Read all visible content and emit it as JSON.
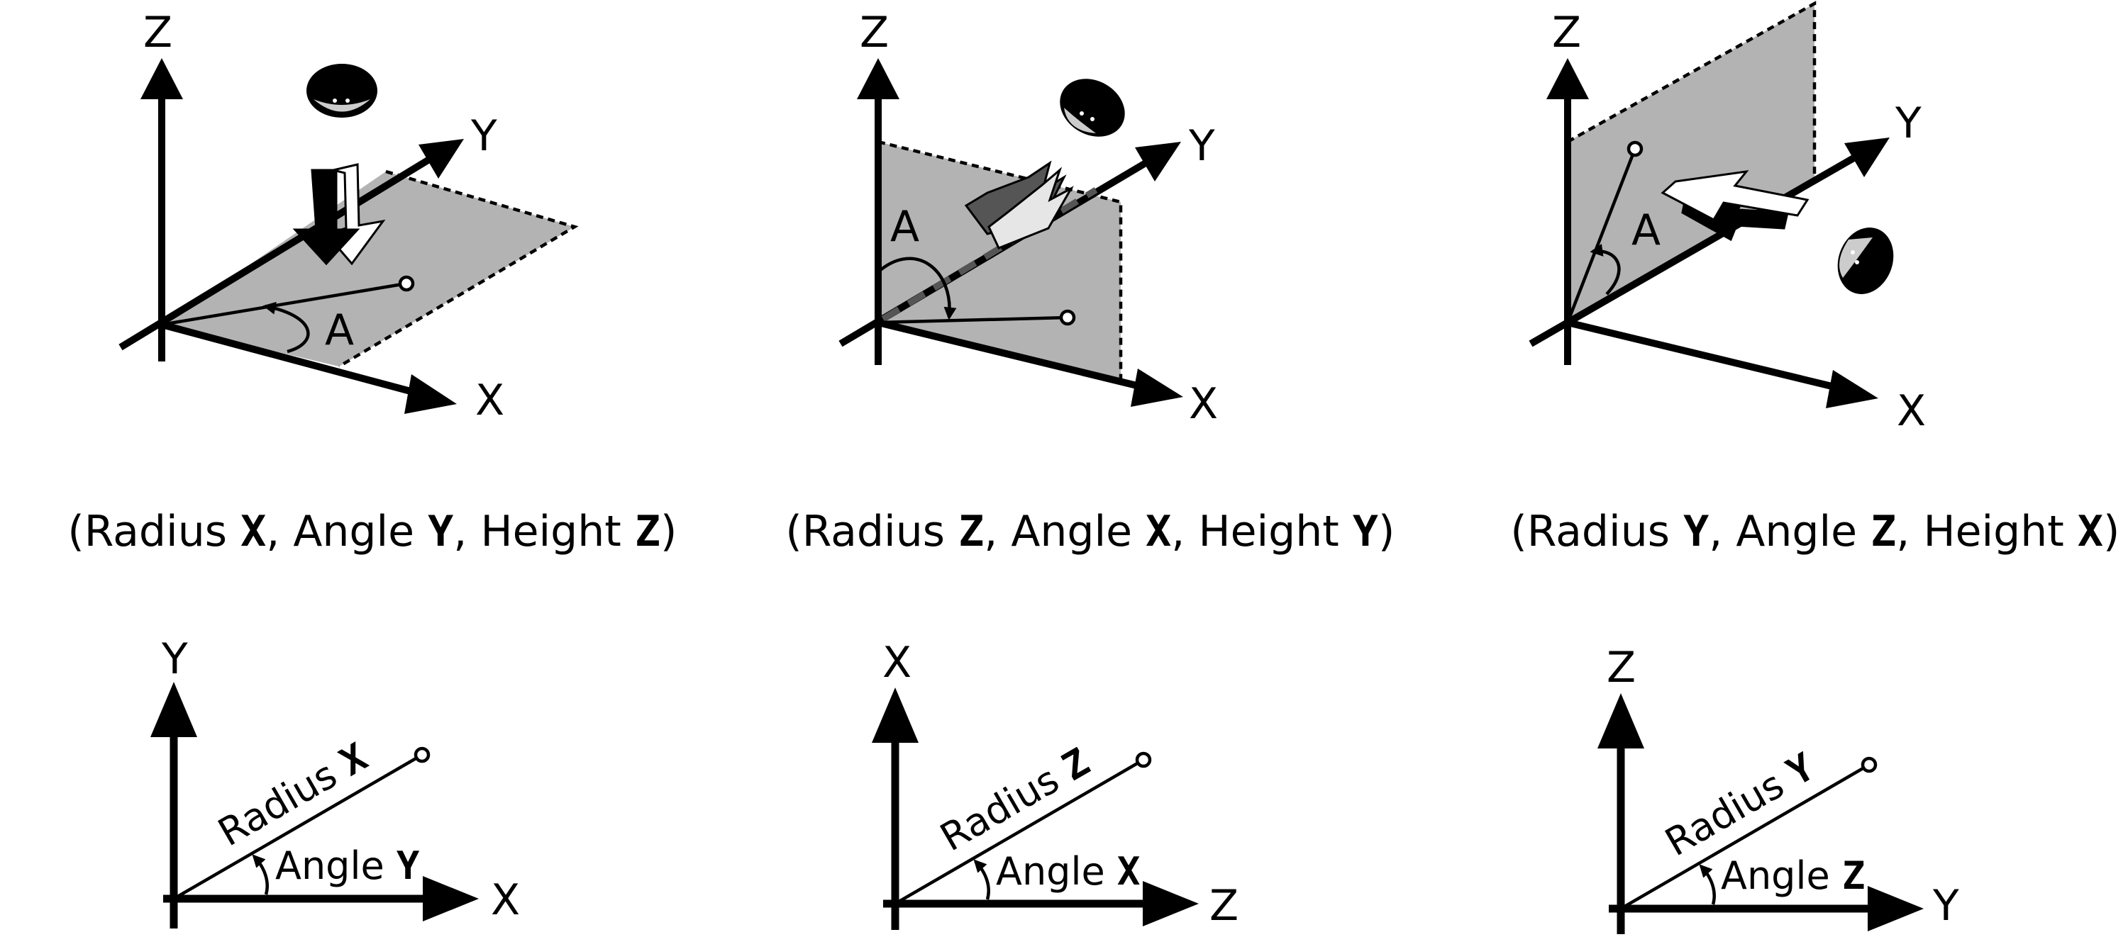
{
  "panels": [
    {
      "axes": {
        "vertical": "Z",
        "depth": "Y",
        "horizontal": "X"
      },
      "angle_label": "A",
      "caption": {
        "open": "(",
        "radius_word": "Radius ",
        "radius_var": "X",
        "sep1": ", ",
        "angle_word": "Angle ",
        "angle_var": "Y",
        "sep2": ", ",
        "height_word": "Height ",
        "height_var": "Z",
        "close": ")"
      },
      "plane2d": {
        "y_axis": "Y",
        "x_axis": "X",
        "radius_word": "Radius ",
        "radius_var": "X",
        "angle_word": "Angle ",
        "angle_var": "Y"
      }
    },
    {
      "axes": {
        "vertical": "Z",
        "depth": "Y",
        "horizontal": "X"
      },
      "angle_label": "A",
      "caption": {
        "open": "(",
        "radius_word": "Radius ",
        "radius_var": "Z",
        "sep1": ", ",
        "angle_word": "Angle ",
        "angle_var": "X",
        "sep2": ", ",
        "height_word": "Height ",
        "height_var": "Y",
        "close": ")"
      },
      "plane2d": {
        "y_axis": "X",
        "x_axis": "Z",
        "radius_word": "Radius ",
        "radius_var": "Z",
        "angle_word": "Angle ",
        "angle_var": "X"
      }
    },
    {
      "axes": {
        "vertical": "Z",
        "depth": "Y",
        "horizontal": "X"
      },
      "angle_label": "A",
      "caption": {
        "open": "(",
        "radius_word": "Radius ",
        "radius_var": "Y",
        "sep1": ", ",
        "angle_word": "Angle ",
        "angle_var": "Z",
        "sep2": ", ",
        "height_word": "Height ",
        "height_var": "X",
        "close": ")"
      },
      "plane2d": {
        "y_axis": "Z",
        "x_axis": "Y",
        "radius_word": "Radius ",
        "radius_var": "Y",
        "angle_word": "Angle ",
        "angle_var": "Z"
      }
    }
  ],
  "colors": {
    "plane": "#b3b3b3",
    "ink": "#000000",
    "face_light": "#cccccc",
    "arrow_dark": "#555555",
    "arrow_light": "#e6e6e6"
  },
  "icons": [
    "viewer-eye-icon",
    "view-direction-arrow-icon"
  ]
}
